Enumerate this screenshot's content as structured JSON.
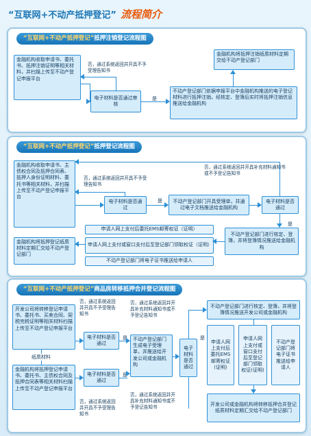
{
  "header": {
    "title": "“互联网+不动产抵押登记”",
    "subtitle": "流程简介"
  },
  "s1": {
    "title_q": "“互联网+不动产抵押登记”",
    "title_rest": "抵押注销登记流程图",
    "box_apply": "金融机构收取申请书、委托书、抵押注销证明等相关材料，并扫描上传至不动产登记申报平台",
    "note_no": "否，通过系统返回并开具不予受理告知书",
    "box_check": "电子材料是否通过审核",
    "yes": "是",
    "box_process": "不动产登记部门依据申报平台中金融机构推送的电子登记材料进行抵押注销，经核定、登簿后实时将抵押注销信息推送给金融机构",
    "box_submit": "金融机构将抵押注销纸质材料定期交给不动产登记部门"
  },
  "s2": {
    "title_q": "“互联网+不动产抵押登记”",
    "title_rest": "抵押登记流程图",
    "box_apply": "金融机构收取申请书、主债权合同及抵押合同表、抵押人身份证明材料、委托书等相关材料，并扫描上传至不动产登记申报平台",
    "note_no1": "否，通过系统返回并开具不予受理告知书",
    "note_no2": "否，通过系统返回并开具补充材料通知书或不予登记告知书",
    "box_check1": "电子材料是否通过",
    "yes1": "是",
    "box_accept": "不动产登记部门开具受理单，并通过电子文档推送给金融机构",
    "box_check2": "电子材料是否通过",
    "yes2": "是",
    "box_register": "不动产登记部门进行核定、登簿，并将登簿情况推送给金融机构",
    "opt1": "申请人网上支付后委托EMS邮寄权证（证明）",
    "opt2": "申请人网上支付或窗口支付后至登记部门领取权证（证明）",
    "opt3": "不动产登记部门将电子证书推送给申请人",
    "box_submit": "金融机构将抵押登记纸质材料定期汇交给不动产登记部门"
  },
  "s3": {
    "title_q": "“互联网+不动产抵押登记”",
    "title_rest": "商品房转移抵押合并登记流程图",
    "box_dev": "开发公司将转移登记申请书、委托书、买卖合同、契税完税证明等相关材料扫描上传至不动产登记申报平台",
    "box_bank": "金融机构将抵押登记申请书、委托书、主债权合同及抵押合同表等相关材料扫描上传至不动产登记申报平台",
    "note_no_a": "否，通过系统返回并开具不予受理告知书",
    "note_no_b": "否，通过系统返回并开具不予受理告知书",
    "box_check_a": "电子材料是否通过",
    "box_check_b": "电子材料是否通过",
    "yes_a": "是",
    "yes_b": "是",
    "paper": "纸质材料",
    "note_supp_a": "否，通过系统返回并开具补充材料通知书或不予登记告知书",
    "note_supp_b": "否，通过系统返回并开具补充材料通知书或不予登记告知书",
    "box_accept": "不动产登记部门生成电子受理单，并推送给开发公司或金融机构",
    "box_check2": "电子材料是否通过",
    "yes2": "是",
    "box_register": "不动产登记部门进行核定、登簿，并将登簿情况推送开发公司或金融机构",
    "opt1": "申请人网上支付后委托EMS邮寄权证(证明)",
    "opt2": "申请人网上支付或窗口支付后至登记部门领取权证(证明)",
    "opt3": "不动产登记部门将电子证书推送给申请人",
    "box_submit": "开发公司或金融机构将转移抵押合并登记纸质材料定期汇交给不动产登记部门"
  }
}
